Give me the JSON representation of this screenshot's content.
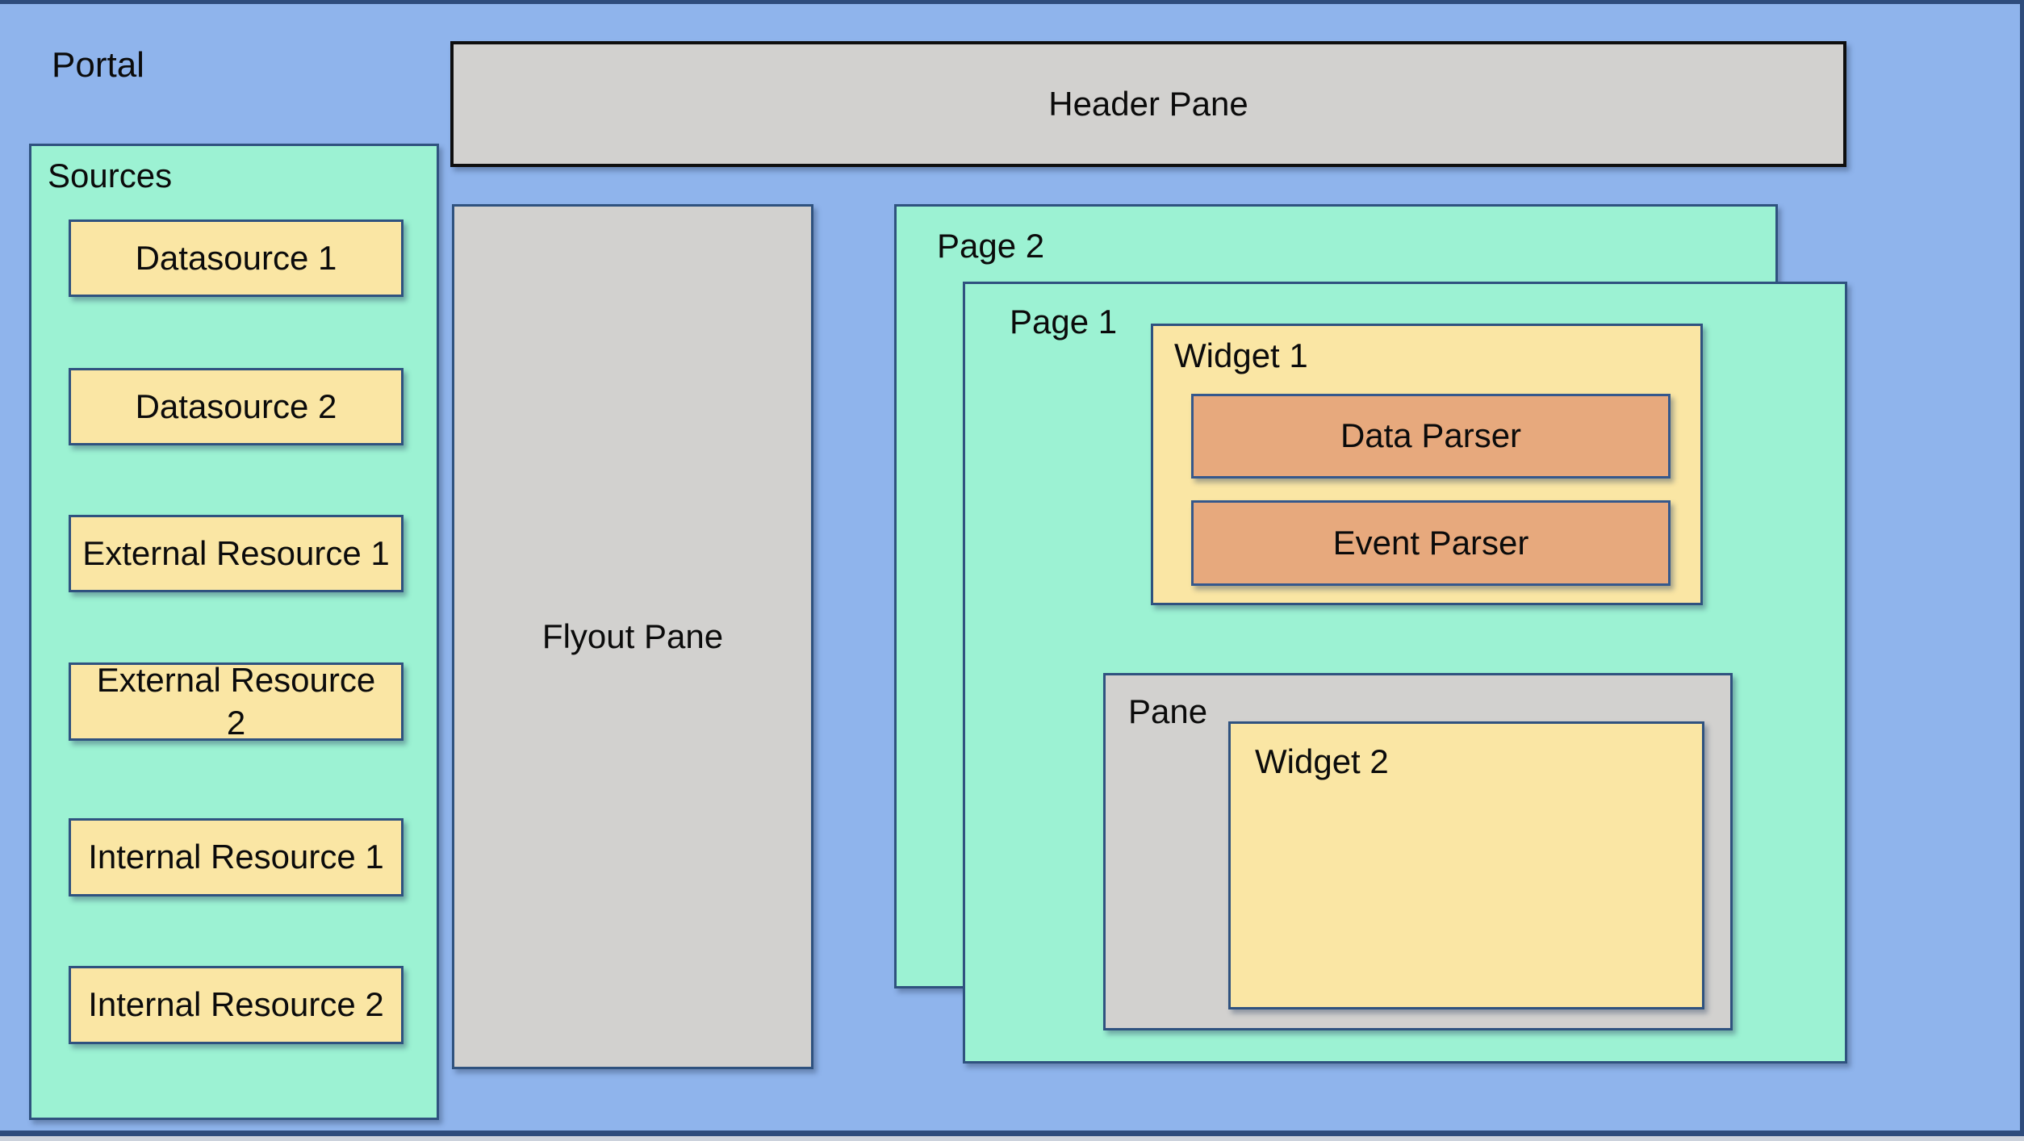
{
  "portal_label": "Portal",
  "header_pane": {
    "label": "Header Pane"
  },
  "sources": {
    "title": "Sources",
    "items": [
      {
        "label": "Datasource 1"
      },
      {
        "label": "Datasource 2"
      },
      {
        "label": "External Resource 1"
      },
      {
        "label": "External Resource\n2"
      },
      {
        "label": "Internal Resource 1"
      },
      {
        "label": "Internal Resource 2"
      }
    ]
  },
  "flyout_pane": {
    "label": "Flyout Pane"
  },
  "page2": {
    "label": "Page 2"
  },
  "page1": {
    "label": "Page 1",
    "widget1": {
      "label": "Widget 1",
      "parsers": [
        {
          "label": "Data Parser"
        },
        {
          "label": "Event Parser"
        }
      ]
    },
    "pane": {
      "label": "Pane",
      "widget2": {
        "label": "Widget 2"
      }
    }
  },
  "colors": {
    "bg": "#8FB4EC",
    "mint": "#9CF2D3",
    "yellow": "#FAE6A4",
    "orange": "#E7A97D",
    "gray": "#D2D1CF",
    "navy": "#2E4C7C",
    "border": "#2F527F",
    "parser_border": "#35588C",
    "header_border": "#0E0E0E",
    "text": "#0B0B0B"
  }
}
